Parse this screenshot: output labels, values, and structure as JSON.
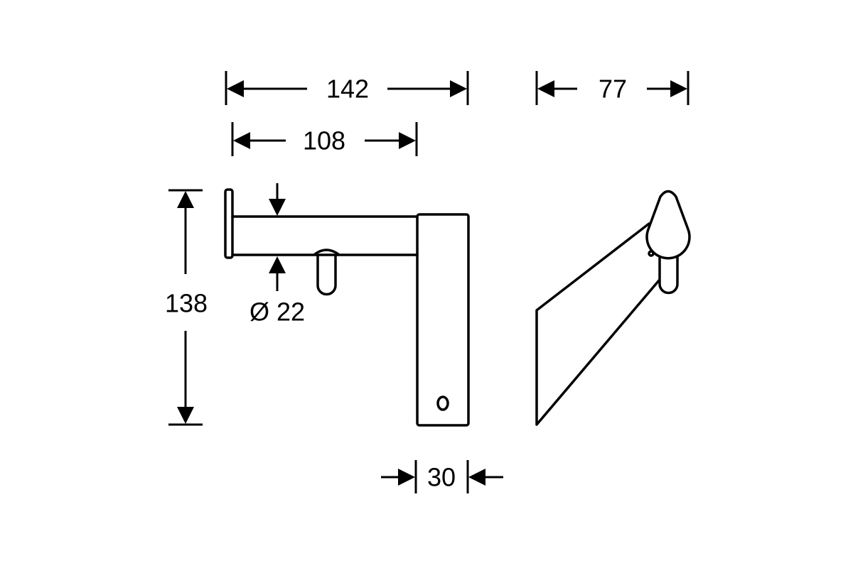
{
  "dimensions": {
    "overall_width": "142",
    "tube_length": "108",
    "depth": "77",
    "height": "138",
    "diameter": "Ø 22",
    "box_width": "30"
  },
  "colors": {
    "line": "#000000",
    "background": "#ffffff"
  }
}
